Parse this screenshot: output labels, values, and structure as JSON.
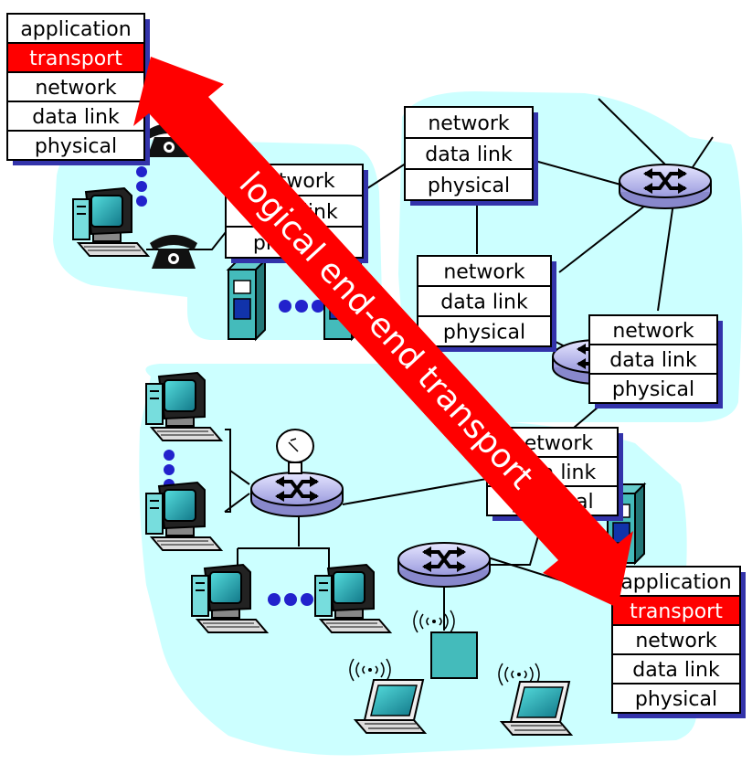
{
  "arrow_label": "logical end-end transport",
  "colors": {
    "cloud": "#ccffff",
    "arrow": "#ff0000",
    "router": "#ccccff",
    "box_shadow": "#3333aa",
    "highlight": "#ff0000",
    "server": "#44bbbb"
  },
  "host_left_stack": [
    "application",
    "transport",
    "network",
    "data link",
    "physical"
  ],
  "host_right_stack": [
    "application",
    "transport",
    "network",
    "data link",
    "physical"
  ],
  "router_top_left_stack": [
    "network",
    "data link",
    "physical"
  ],
  "router_top_center_stack": [
    "network",
    "data link",
    "physical"
  ],
  "router_middle_stack": [
    "network",
    "data link",
    "physical"
  ],
  "router_right_stack": [
    "network",
    "data link",
    "physical"
  ],
  "router_lower_stack": [
    "network",
    "data link",
    "physical"
  ],
  "icons": [
    "router-icon",
    "telephone-icon",
    "desktop-computer-icon",
    "server-icon",
    "laptop-icon",
    "satellite-dish-icon",
    "wireless-access-point-icon"
  ]
}
